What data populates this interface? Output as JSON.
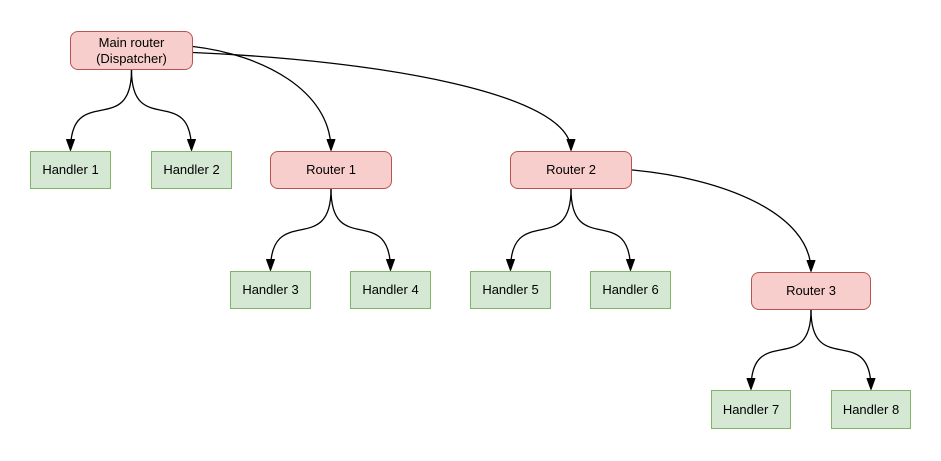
{
  "diagram": {
    "nodes": [
      {
        "id": "main",
        "label": "Main router (Dispatcher)",
        "type": "router"
      },
      {
        "id": "h1",
        "label": "Handler 1",
        "type": "handler"
      },
      {
        "id": "h2",
        "label": "Handler 2",
        "type": "handler"
      },
      {
        "id": "r1",
        "label": "Router 1",
        "type": "router"
      },
      {
        "id": "r2",
        "label": "Router 2",
        "type": "router"
      },
      {
        "id": "h3",
        "label": "Handler 3",
        "type": "handler"
      },
      {
        "id": "h4",
        "label": "Handler 4",
        "type": "handler"
      },
      {
        "id": "h5",
        "label": "Handler 5",
        "type": "handler"
      },
      {
        "id": "h6",
        "label": "Handler 6",
        "type": "handler"
      },
      {
        "id": "r3",
        "label": "Router 3",
        "type": "router"
      },
      {
        "id": "h7",
        "label": "Handler 7",
        "type": "handler"
      },
      {
        "id": "h8",
        "label": "Handler 8",
        "type": "handler"
      }
    ],
    "edges": [
      {
        "from": "main",
        "to": "h1"
      },
      {
        "from": "main",
        "to": "h2"
      },
      {
        "from": "main",
        "to": "r1"
      },
      {
        "from": "main",
        "to": "r2"
      },
      {
        "from": "r1",
        "to": "h3"
      },
      {
        "from": "r1",
        "to": "h4"
      },
      {
        "from": "r2",
        "to": "h5"
      },
      {
        "from": "r2",
        "to": "h6"
      },
      {
        "from": "r2",
        "to": "r3"
      },
      {
        "from": "r3",
        "to": "h7"
      },
      {
        "from": "r3",
        "to": "h8"
      }
    ]
  },
  "colors": {
    "router_fill": "#f8cecc",
    "router_border": "#b85450",
    "handler_fill": "#d5e8d4",
    "handler_border": "#82b366",
    "edge": "#000000",
    "background": "#ffffff"
  }
}
